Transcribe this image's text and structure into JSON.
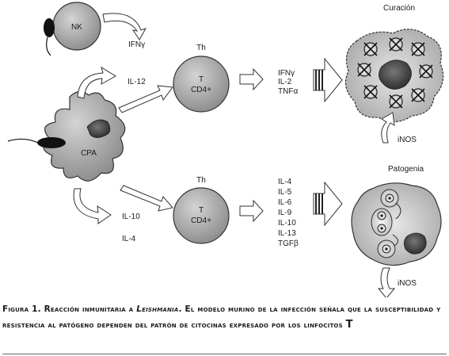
{
  "cells": {
    "nk": "NK",
    "th_top_title": "Th",
    "th_top_line1": "T",
    "th_top_line2": "CD4+",
    "th_bottom_title": "Th",
    "th_bottom_line1": "T",
    "th_bottom_line2": "CD4+",
    "cpa": "CPA"
  },
  "cytokines": {
    "nk_output": "IFNγ",
    "cpa_top": "IL-12",
    "cpa_bottom": [
      "IL-10",
      "IL-4"
    ],
    "th1_output": [
      "IFNγ",
      "IL-2",
      "TNFα"
    ],
    "th2_output": [
      "IL-4",
      "IL-5",
      "IL-6",
      "IL-9",
      "IL-10",
      "IL-13",
      "TGFβ"
    ]
  },
  "outcomes": {
    "top_title": "Curación",
    "top_inos": "iNOS",
    "bottom_title": "Patogenia",
    "bottom_inos": "iNOS"
  },
  "caption": {
    "prefix": "Figura 1. Reacción inmunitaria a ",
    "italic": "Leishmania",
    "rest": ". El modelo murino de la infección señala que la susceptibilidad y resistencia al patógeno dependen del patrón de citocinas expresado por los linfocitos ",
    "last": "T"
  }
}
